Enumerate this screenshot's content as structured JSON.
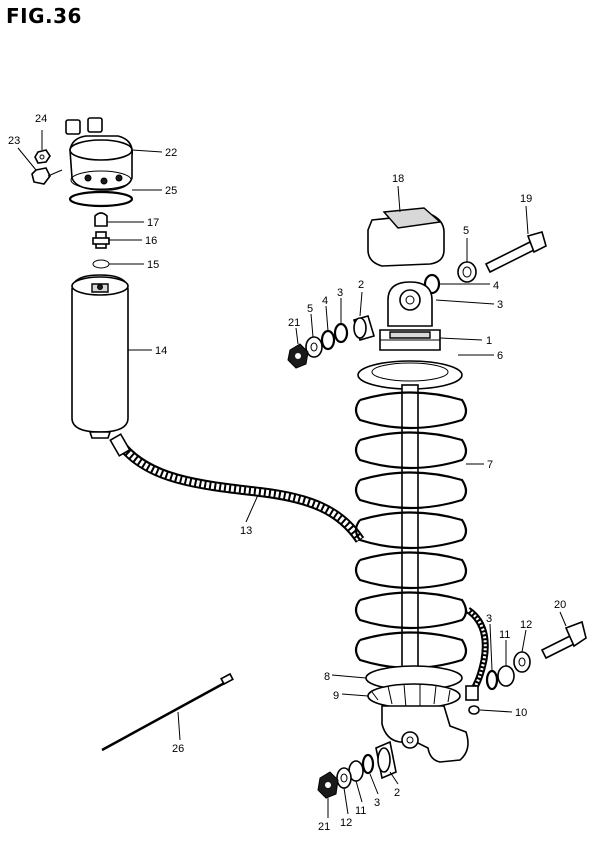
{
  "figure": {
    "title": "FIG.36"
  },
  "callouts": {
    "c1": "1",
    "c2a": "2",
    "c2b": "2",
    "c3a": "3",
    "c3b": "3",
    "c3c": "3",
    "c3d": "3",
    "c4a": "4",
    "c4b": "4",
    "c5a": "5",
    "c5b": "5",
    "c6": "6",
    "c7": "7",
    "c8": "8",
    "c9": "9",
    "c10": "10",
    "c11a": "11",
    "c11b": "11",
    "c12a": "12",
    "c12b": "12",
    "c13": "13",
    "c14": "14",
    "c15": "15",
    "c16": "16",
    "c17": "17",
    "c18": "18",
    "c19": "19",
    "c20": "20",
    "c21a": "21",
    "c21b": "21",
    "c22": "22",
    "c23": "23",
    "c24": "24",
    "c25": "25",
    "c26": "26"
  }
}
